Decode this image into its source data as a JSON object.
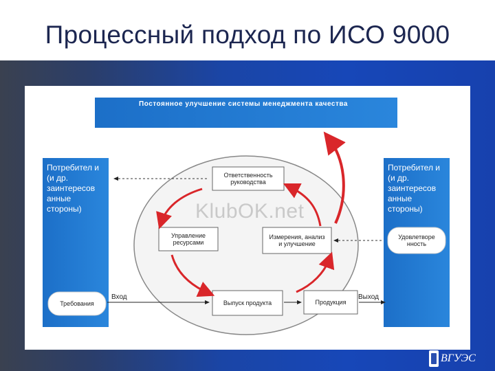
{
  "slide": {
    "title": "Процессный подход по ИСО 9000"
  },
  "diagram": {
    "banner": "Постоянное  улучшение системы менеджмента качества",
    "left_column": "Потребител и (и др. заинтересов анные стороны)",
    "right_column": "Потребител и (и др. заинтересов анные стороны)",
    "requirements": "Требования",
    "satisfaction": "Удовлетворе нность",
    "responsibility": "Ответственность руководства",
    "resources": "Управление ресурсами",
    "measurement": "Измерения, анализ и улучшение",
    "output_product": "Выпуск продукта",
    "product": "Продукция",
    "input_label": "Вход",
    "output_label": "Выход",
    "watermark": "KlubOK.net"
  },
  "logo": {
    "text": "ВГУЭС"
  },
  "colors": {
    "accent_blue": "#1f73c9",
    "arrow_red": "#d9262a",
    "title_text": "#1c2650"
  }
}
